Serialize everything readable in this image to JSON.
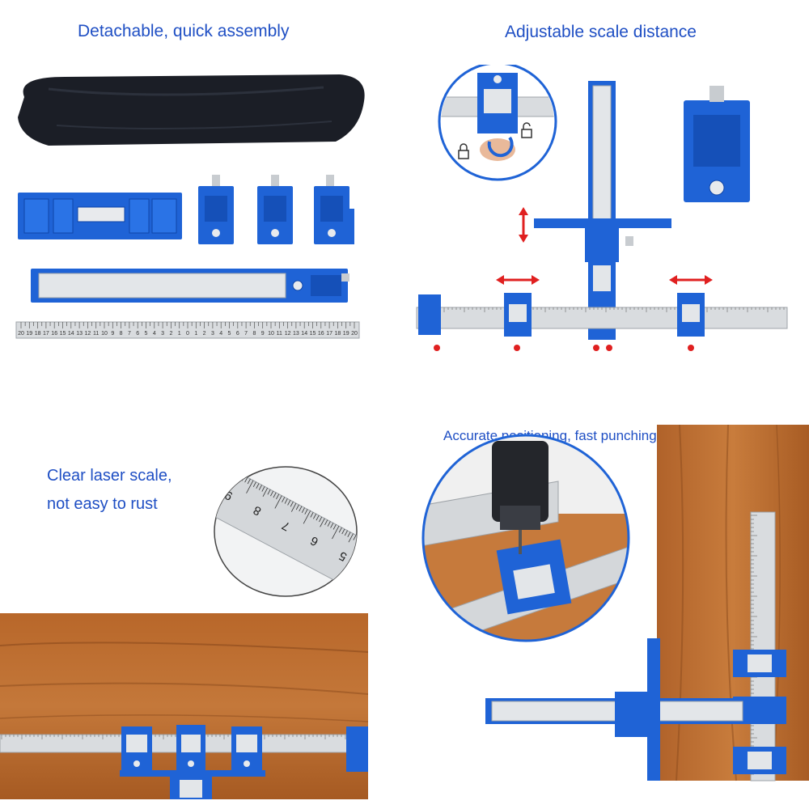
{
  "captions": {
    "top_left": "Detachable, quick assembly",
    "top_right": "Adjustable scale distance",
    "mid_left_line1": "Clear laser scale,",
    "mid_left_line2": "not easy to rust",
    "bottom_right": "Accurate positioning, fast punching"
  },
  "colors": {
    "caption": "#1f4fc4",
    "jig_blue": "#1f63d6",
    "jig_blue_dark": "#0f46a8",
    "steel": "#d9dcdf",
    "steel_edge": "#9ea3a8",
    "wood": "#b5692c",
    "wood_dark": "#8a4a1c",
    "arrow_red": "#e02020",
    "bag": "#1b1e26"
  },
  "ruler_numbers": {
    "centered_scale": [
      "20",
      "19",
      "18",
      "17",
      "16",
      "15",
      "14",
      "13",
      "12",
      "11",
      "10",
      "9",
      "8",
      "7",
      "6",
      "5",
      "4",
      "3",
      "2",
      "1",
      "0",
      "1",
      "2",
      "3",
      "4",
      "5",
      "6",
      "7",
      "8",
      "9",
      "10",
      "11",
      "12",
      "13",
      "14",
      "15",
      "16",
      "17",
      "18",
      "19",
      "20"
    ],
    "closeup": [
      "9",
      "8",
      "7",
      "6",
      "5"
    ]
  },
  "icons": [
    "storage-bag-icon",
    "lock-icon",
    "unlock-icon",
    "double-arrow-icon",
    "drill-icon"
  ]
}
